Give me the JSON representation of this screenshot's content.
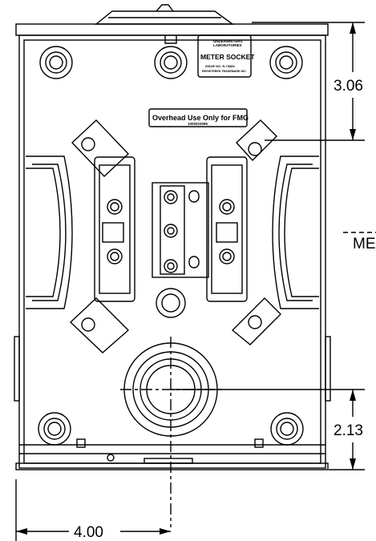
{
  "dimensions": {
    "top_right": "3.06",
    "bottom_right": "2.13",
    "bottom_width": "4.00",
    "side_label": "ME"
  },
  "labels": {
    "meter_socket_brand_line1": "UNDERWRITERS",
    "meter_socket_brand_line2": "LABORATORIES",
    "meter_socket_title": "METER SOCKET",
    "meter_socket_line3": "ISSUE NO. R-73883",
    "meter_socket_line4": "REGISTERED TRADEMARK INC.",
    "overhead_label": "Overhead Use Only for FMG",
    "overhead_sub": "1000023095"
  },
  "colors": {
    "line": "#000000",
    "background": "#ffffff"
  }
}
